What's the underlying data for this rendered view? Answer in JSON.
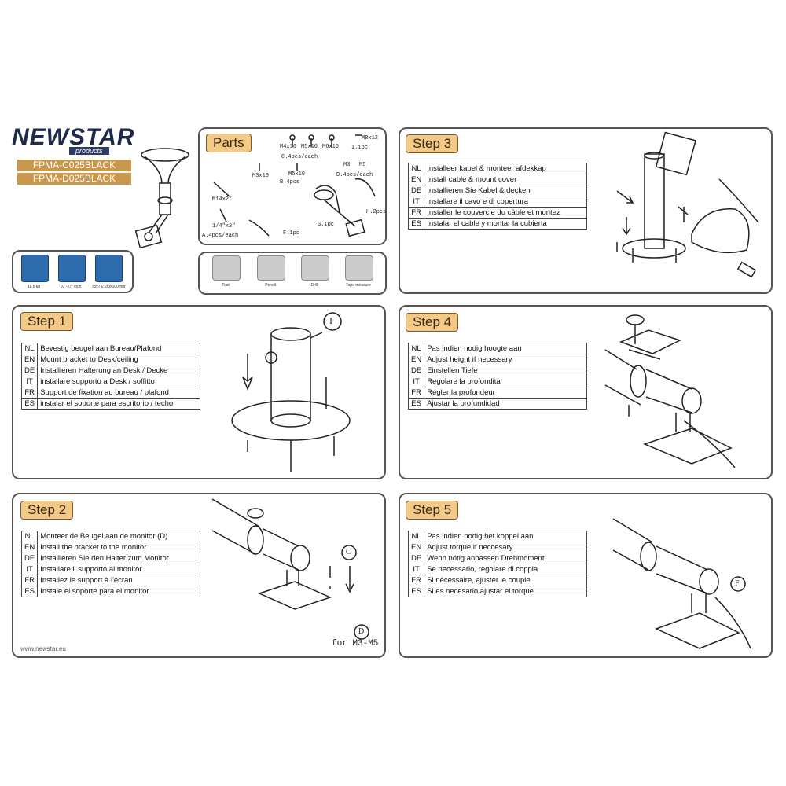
{
  "brand": {
    "name_part1": "NEW",
    "name_part2": "STAR",
    "sub": "products"
  },
  "models": [
    "FPMA-C025BLACK",
    "FPMA-D025BLACK"
  ],
  "specs": [
    {
      "icon": "weight-icon",
      "label": "11,5 kg"
    },
    {
      "icon": "dimension-icon",
      "label": "10\"-27\" inch"
    },
    {
      "icon": "vesa-icon",
      "label": "75x75/100x100mm"
    }
  ],
  "parts": {
    "title": "Parts",
    "labels": [
      "M4x16",
      "M5x16",
      "M6x16",
      "M8x12",
      "C.4pcs/each",
      "I.1pc",
      "M3",
      "M5",
      "M3x10",
      "M5x10",
      "B.4pcs",
      "D.4pcs/each",
      "M14x2\"",
      "H.2pcs",
      "1/4\"x2\"",
      "G.1pc",
      "A.4pcs/each",
      "F.1pc"
    ]
  },
  "tools": [
    {
      "icon": "screwdriver-icon",
      "label": "Tool"
    },
    {
      "icon": "pencil-icon",
      "label": "Pencil"
    },
    {
      "icon": "drill-icon",
      "label": "Drill"
    },
    {
      "icon": "tape-measure-icon",
      "label": "Tape measure"
    }
  ],
  "steps": [
    {
      "title": "Step 1",
      "rows": [
        {
          "code": "NL",
          "text": "Bevestig beugel aan Bureau/Plafond"
        },
        {
          "code": "EN",
          "text": "Mount bracket to Desk/ceiling"
        },
        {
          "code": "DE",
          "text": "Installieren Halterung an Desk / Decke"
        },
        {
          "code": "IT",
          "text": "installare supporto a Desk / soffitto"
        },
        {
          "code": "FR",
          "text": "Support de fixation au bureau / plafond"
        },
        {
          "code": "ES",
          "text": "instalar el soporte para escritorio / techo"
        }
      ],
      "callout": "I"
    },
    {
      "title": "Step 2",
      "rows": [
        {
          "code": "NL",
          "text": "Monteer de Beugel aan de monitor (D)"
        },
        {
          "code": "EN",
          "text": "Install the bracket to the monitor"
        },
        {
          "code": "DE",
          "text": "Installieren Sie den Halter zum Monitor"
        },
        {
          "code": "IT",
          "text": "Installare il supporto al monitor"
        },
        {
          "code": "FR",
          "text": "Installez le support à l'écran"
        },
        {
          "code": "ES",
          "text": "Instale el soporte para el monitor"
        }
      ],
      "callouts": [
        "C",
        "D"
      ],
      "note": "for M3-M5"
    },
    {
      "title": "Step 3",
      "rows": [
        {
          "code": "NL",
          "text": "Installeer kabel & monteer afdekkap"
        },
        {
          "code": "EN",
          "text": "Install cable & mount cover"
        },
        {
          "code": "DE",
          "text": "Installieren Sie Kabel & decken"
        },
        {
          "code": "IT",
          "text": "Installare il cavo e di copertura"
        },
        {
          "code": "FR",
          "text": "Installer le couvercle du câble et montez"
        },
        {
          "code": "ES",
          "text": "Instalar el cable y montar la cubierta"
        }
      ]
    },
    {
      "title": "Step 4",
      "rows": [
        {
          "code": "NL",
          "text": "Pas indien nodig hoogte aan"
        },
        {
          "code": "EN",
          "text": "Adjust height if necessary"
        },
        {
          "code": "DE",
          "text": "Einstellen Tiefe"
        },
        {
          "code": "IT",
          "text": "Regolare la profondità"
        },
        {
          "code": "FR",
          "text": "Régler la profondeur"
        },
        {
          "code": "ES",
          "text": "Ajustar la profundidad"
        }
      ]
    },
    {
      "title": "Step 5",
      "rows": [
        {
          "code": "NL",
          "text": "Pas indien nodig het koppel aan"
        },
        {
          "code": "EN",
          "text": "Adjust torque if neccesary"
        },
        {
          "code": "DE",
          "text": "Wenn nötig anpassen Drehmoment"
        },
        {
          "code": "IT",
          "text": "Se necessario, regolare di coppia"
        },
        {
          "code": "FR",
          "text": "Si nécessaire, ajuster le couple"
        },
        {
          "code": "ES",
          "text": "Si es necesario ajustar el torque"
        }
      ],
      "callout": "F"
    }
  ],
  "footer": "www.newstar.eu"
}
